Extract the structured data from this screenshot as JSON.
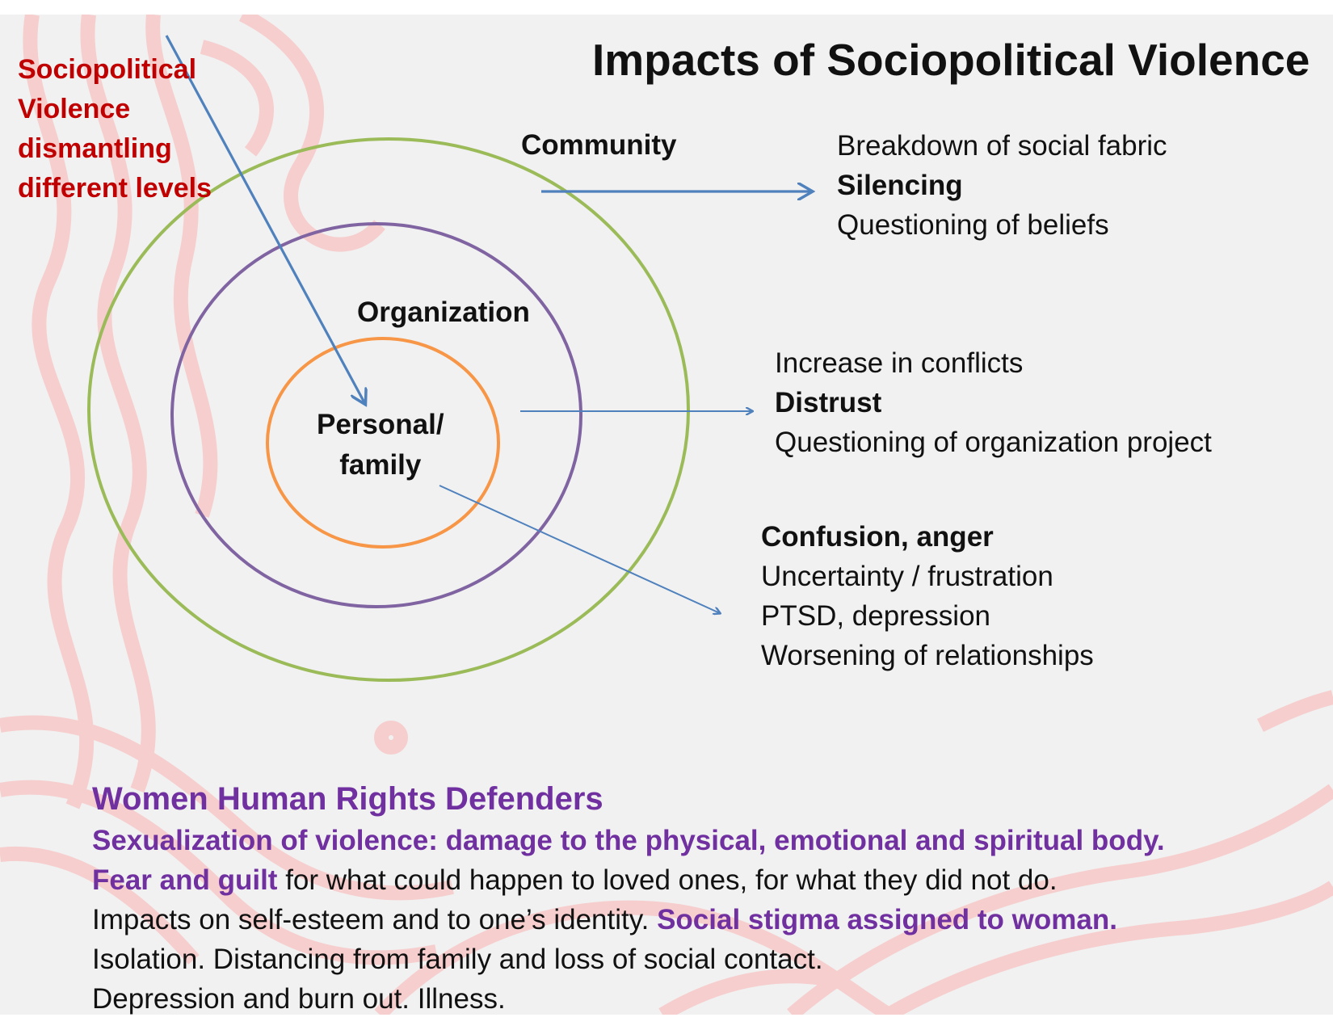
{
  "title": "Impacts of Sociopolitical Violence",
  "left_label": [
    "Sociopolitical",
    "Violence",
    "dismantling",
    "different levels"
  ],
  "rings": {
    "outer": {
      "label": "Community",
      "color": "#9bbb59"
    },
    "middle": {
      "label": "Organization",
      "color": "#8064a2"
    },
    "inner": {
      "label_lines": [
        "Personal/",
        "family"
      ],
      "color": "#f79646"
    }
  },
  "arrow_color": "#4f81bd",
  "label_color": "#c00000",
  "accent_color": "#7030a0",
  "impacts": {
    "community": [
      {
        "text": "Breakdown of social fabric",
        "bold": false
      },
      {
        "text": "Silencing",
        "bold": true
      },
      {
        "text": "Questioning of beliefs",
        "bold": false
      }
    ],
    "organization": [
      {
        "text": "Increase in conflicts",
        "bold": false
      },
      {
        "text": "Distrust",
        "bold": true
      },
      {
        "text": "Questioning of organization project",
        "bold": false
      }
    ],
    "personal": [
      {
        "text": "Confusion, anger",
        "bold": true
      },
      {
        "text": "Uncertainty / frustration",
        "bold": false
      },
      {
        "text": "PTSD, depression",
        "bold": false
      },
      {
        "text": "Worsening of relationships",
        "bold": false
      }
    ]
  },
  "whrd": {
    "heading": "Women Human Rights Defenders",
    "line1": "Sexualization of violence: damage to the physical, emotional and spiritual body.",
    "line2_highlight": "Fear and guilt",
    "line2_rest": " for what could happen to loved ones, for what they did not do.",
    "line3_start": "Impacts on self-esteem and to one’s identity. ",
    "line3_highlight": "Social stigma assigned to woman.",
    "line4": "Isolation. Distancing from family and loss of social contact.",
    "line5": "Depression and burn out. Illness."
  }
}
